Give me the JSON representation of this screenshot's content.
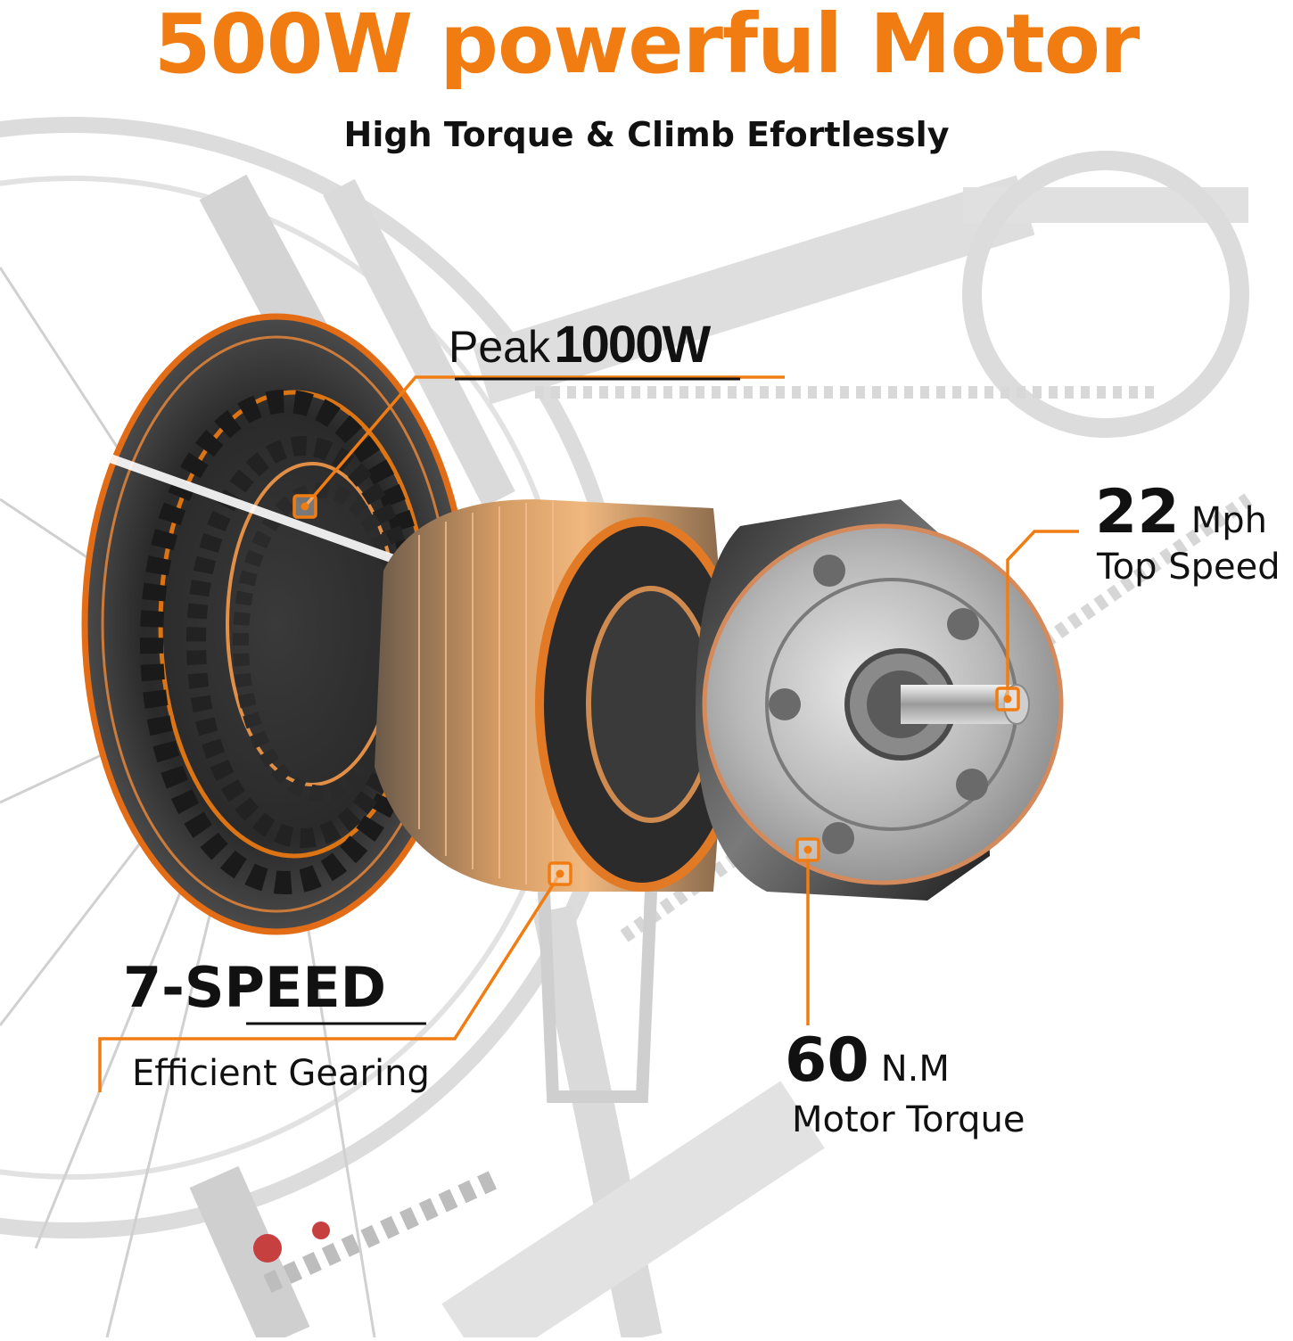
{
  "header": {
    "title": "500W powerful Motor",
    "subtitle": "High Torque & Climb Efortlessly"
  },
  "callouts": {
    "peak": {
      "prefix": "Peak",
      "value": "1000W"
    },
    "speed": {
      "value": "22",
      "unit": "Mph",
      "label": "Top Speed"
    },
    "gears": {
      "value": "7-SPEED",
      "label": "Efficient Gearing"
    },
    "torque": {
      "value": "60",
      "unit": "N.M",
      "label": "Motor Torque"
    }
  },
  "colors": {
    "accent": "#f07c12",
    "text": "#111111",
    "gray": "#c8c8c8",
    "metal": "#505050",
    "copper": "#d8894a"
  }
}
